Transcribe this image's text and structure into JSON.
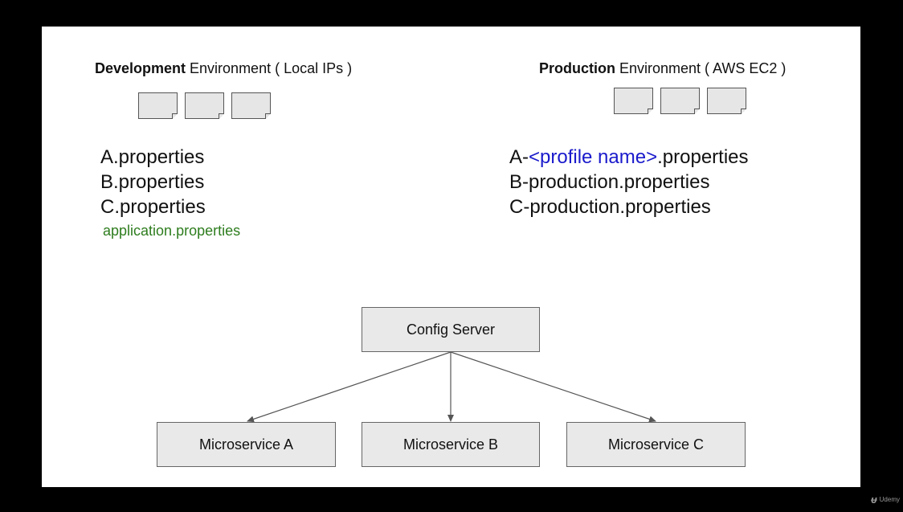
{
  "dev": {
    "heading_bold": "Development",
    "heading_rest": " Environment ( Local IPs )",
    "files": [
      "A.properties",
      "B.properties",
      "C.properties"
    ],
    "shared_file": "application.properties"
  },
  "prod": {
    "heading_bold": "Production",
    "heading_rest": " Environment ( AWS EC2  )",
    "file_a_prefix": "A-",
    "file_a_profile": "<profile name>",
    "file_a_suffix": ".properties",
    "files": [
      "B-production.properties",
      "C-production.properties"
    ]
  },
  "diagram": {
    "config_server": "Config Server",
    "services": [
      "Microservice A",
      "Microservice B",
      "Microservice C"
    ]
  },
  "watermark": {
    "logo": "ᵾ",
    "text": "Udemy"
  },
  "colors": {
    "profile": "#1a1acc",
    "shared_file": "#2e7d1e",
    "box_fill": "#e9e9e9"
  }
}
